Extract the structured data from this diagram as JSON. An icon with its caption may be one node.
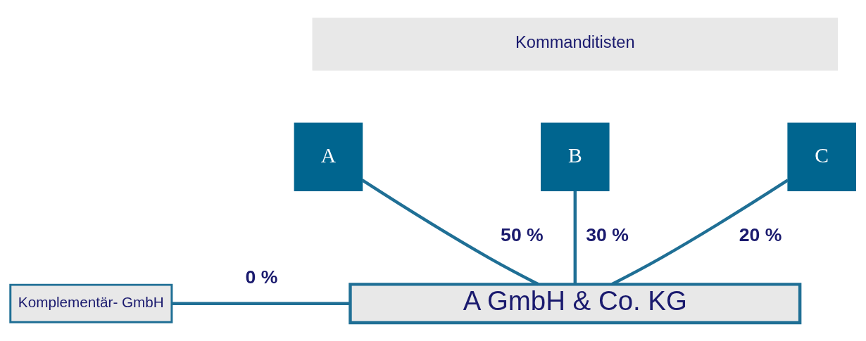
{
  "diagram": {
    "nodes": [
      {
        "text": [
          "Kommanditisten"
        ]
      },
      {
        "text": [
          "A"
        ]
      },
      {
        "text": [
          "B"
        ]
      },
      {
        "text": [
          "C"
        ]
      },
      {
        "text": [
          "Komplementär- GmbH"
        ]
      },
      {
        "text": [
          "A GmbH & Co. KG"
        ]
      }
    ],
    "edges": [
      {
        "from": 1,
        "to": 5,
        "arrow": "none",
        "label": "50 %"
      },
      {
        "from": 2,
        "to": 5,
        "arrow": "none",
        "label": "30 %"
      },
      {
        "from": 3,
        "to": 5,
        "arrow": "none",
        "label": "20 %"
      },
      {
        "from": 4,
        "to": 5,
        "arrow": "none",
        "label": "0 %"
      }
    ]
  }
}
